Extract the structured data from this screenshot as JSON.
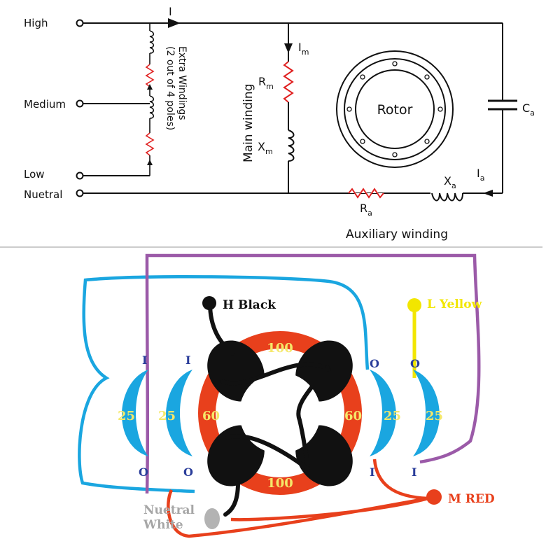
{
  "schematic": {
    "speed_labels": {
      "high": "High",
      "medium": "Medium",
      "low": "Low",
      "neutral": "Nuetral"
    },
    "current_main": "I",
    "extra_windings": {
      "line1": "Extra Windings",
      "line2": "(2 out of 4 poles)"
    },
    "main_winding": "Main winding",
    "rm": {
      "main": "R",
      "sub": "m"
    },
    "xm": {
      "main": "X",
      "sub": "m"
    },
    "im": {
      "main": "I",
      "sub": "m"
    },
    "rotor": "Rotor",
    "ca": {
      "main": "C",
      "sub": "a"
    },
    "ia": {
      "main": "I",
      "sub": "a"
    },
    "xa": {
      "main": "X",
      "sub": "a"
    },
    "ra": {
      "main": "R",
      "sub": "a"
    },
    "auxiliary_winding": "Auxiliary winding"
  },
  "wiring": {
    "wires": {
      "black": {
        "label": "H Black",
        "color": "#111111"
      },
      "yellow": {
        "label": "L Yellow",
        "color": "#f2e600"
      },
      "red": {
        "label": "M RED",
        "color": "#e8401c"
      },
      "white": {
        "line1": "Nuetral",
        "line2": "White",
        "color": "#b3b3b3"
      },
      "blue": {
        "color": "#1aa6e0"
      },
      "purple": {
        "color": "#9b5aa8"
      }
    },
    "coils": {
      "left_outer": {
        "value": "25",
        "top": "I",
        "bottom": "O"
      },
      "left_inner": {
        "value": "25",
        "top": "I",
        "bottom": "O"
      },
      "main_left": {
        "value": "60"
      },
      "main_right": {
        "value": "60"
      },
      "main_top": {
        "value": "100"
      },
      "main_bottom": {
        "value": "100"
      },
      "right_inner": {
        "value": "25",
        "top": "O",
        "bottom": "I"
      },
      "right_outer": {
        "value": "25",
        "top": "O",
        "bottom": "I"
      }
    }
  }
}
